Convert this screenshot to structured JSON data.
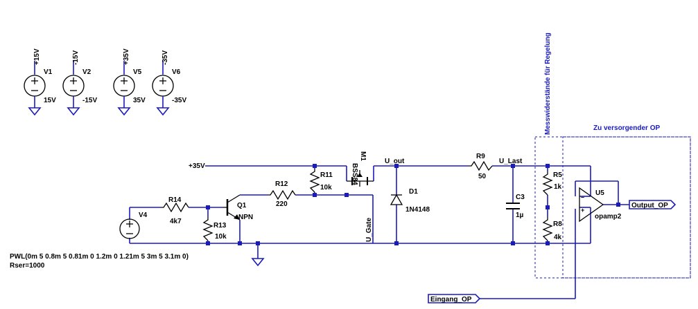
{
  "sources": [
    {
      "ref": "V1",
      "net": "+15V",
      "value": "15V"
    },
    {
      "ref": "V2",
      "net": "-15V",
      "value": "-15V"
    },
    {
      "ref": "V5",
      "net": "+35V",
      "value": "35V"
    },
    {
      "ref": "V6",
      "net": "-35V",
      "value": "-35V"
    }
  ],
  "v4": {
    "ref": "V4",
    "spec": "PWL(0m 5 0.8m 5 0.81m 0 1.2m 0 1.21m 5 3m 5 3.1m 0)",
    "rser": "Rser=1000"
  },
  "supply_net": "+35V",
  "r14": {
    "ref": "R14",
    "value": "4k7"
  },
  "r13": {
    "ref": "R13",
    "value": "10k"
  },
  "q1": {
    "ref": "Q1",
    "type": "NPN"
  },
  "r12": {
    "ref": "R12",
    "value": "220"
  },
  "r11": {
    "ref": "R11",
    "value": "10k"
  },
  "m1": {
    "ref": "M1",
    "type": "BSS84"
  },
  "gate_net": "U_Gate",
  "out_net": "U_out",
  "d1": {
    "ref": "D1",
    "type": "1N4148"
  },
  "r9": {
    "ref": "R9",
    "value": "50"
  },
  "load_net": "U_Last",
  "c3": {
    "ref": "C3",
    "value": "1µ"
  },
  "r5": {
    "ref": "R5",
    "value": "1k"
  },
  "r8": {
    "ref": "R8",
    "value": "4k"
  },
  "u5": {
    "ref": "U5",
    "type": "opamp2"
  },
  "output_label": "Output_OP",
  "input_label": "Eingang_OP",
  "box_measure": "Messwiderstände für Regelung",
  "box_opamp": "Zu versorgender OP"
}
